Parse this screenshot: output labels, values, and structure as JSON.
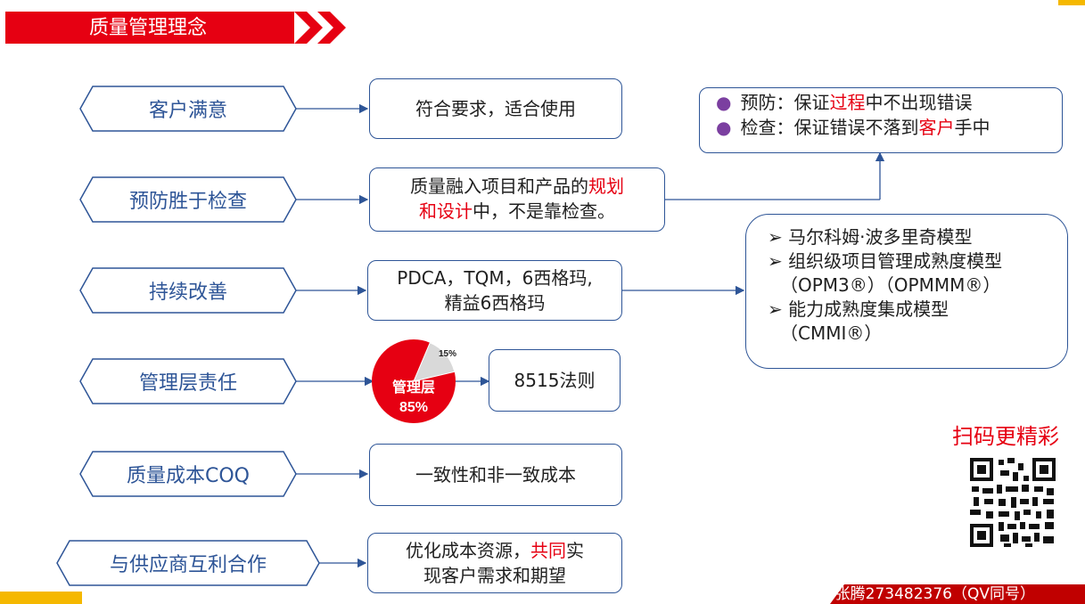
{
  "header": {
    "title": "质量管理理念"
  },
  "principles": [
    {
      "label": "客户满意"
    },
    {
      "label": "预防胜于检查"
    },
    {
      "label": "持续改善"
    },
    {
      "label": "管理层责任"
    },
    {
      "label": "质量成本COQ"
    },
    {
      "label": "与供应商互利合作"
    }
  ],
  "details": {
    "customer": "符合要求，适合使用",
    "prevention": {
      "part1": "质量融入项目和产品的",
      "highlight1": "规划",
      "highlight2": "和设计",
      "part2": "中，不是靠检查。"
    },
    "improvement": {
      "line1": "PDCA，TQM，6西格玛,",
      "line2": "精益6西格玛"
    },
    "management": "8515法则",
    "coq": "一致性和非一致成本",
    "supplier": {
      "part1": "优化成本资源，",
      "highlight": "共同",
      "part2": "实",
      "line2": "现客户需求和期望"
    }
  },
  "pie": {
    "major_label": "管理层",
    "major_value": "85%",
    "minor_value": "15%",
    "major_fraction": 0.85,
    "minor_fraction": 0.15
  },
  "prevention_notes": {
    "item1": {
      "prefix": "预防：保证",
      "highlight": "过程",
      "suffix": "中不出现错误"
    },
    "item2": {
      "prefix": "检查：保证错误不落到",
      "highlight": "客户",
      "suffix": "手中"
    }
  },
  "models": {
    "item1": "马尔科姆·波多里奇模型",
    "item2": "组织级项目管理成熟度模型",
    "item2_sub": "（OPM3®）（OPMMM®）",
    "item3": "能力成熟度集成模型",
    "item3_sub": "（CMMI®）"
  },
  "qr": {
    "title": "扫码更精彩"
  },
  "footer": {
    "contact": "张腾273482376（QV同号）"
  },
  "colors": {
    "accent": "#e60012",
    "border": "#2e5597",
    "highlight": "#f5b800",
    "pie_minor": "#d9d9d9"
  }
}
